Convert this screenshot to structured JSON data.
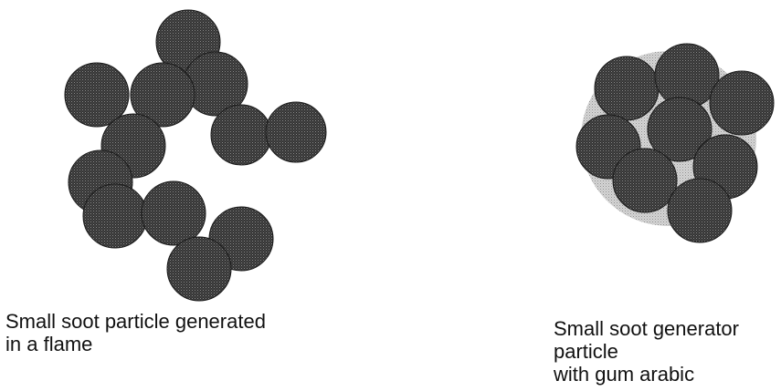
{
  "colors": {
    "sphere_fill": "#3a3a3a",
    "sphere_stipple": "#7a7a7a",
    "coating_fill": "#d4d4d4",
    "coating_stipple": "#9a9a9a"
  },
  "flame_particle": {
    "caption_lines": [
      "Small soot particle generated",
      "in a flame"
    ]
  },
  "gum_arabic_particle": {
    "caption_lines": [
      "Small soot generator",
      "particle",
      "with gum arabic"
    ]
  }
}
